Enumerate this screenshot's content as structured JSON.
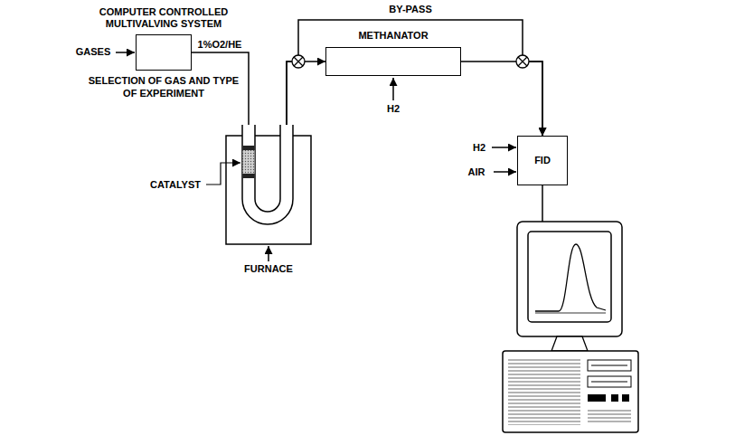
{
  "diagram": {
    "nodes": [
      {
        "text": [
          "COMPUTER CONTROLLED MULTIVALVING SYSTEM",
          "SELECTION OF GAS AND TYPE OF EXPERIMENT"
        ]
      },
      {
        "text": [
          "FURNACE"
        ]
      },
      {
        "text": [
          "METHANATOR"
        ]
      },
      {
        "text": [
          "FID"
        ]
      }
    ],
    "edges": [
      {
        "from": 0,
        "to": 1,
        "label": "1%O2/HE",
        "arrow": "none"
      },
      {
        "from": 1,
        "to": 2,
        "arrow": "to"
      },
      {
        "from": 1,
        "to": 3,
        "label": "BY-PASS",
        "arrow": "to"
      },
      {
        "from": 2,
        "to": 3,
        "arrow": "to"
      }
    ],
    "labels": [
      "GASES",
      "CATALYST",
      "H2",
      "H2",
      "AIR"
    ]
  }
}
